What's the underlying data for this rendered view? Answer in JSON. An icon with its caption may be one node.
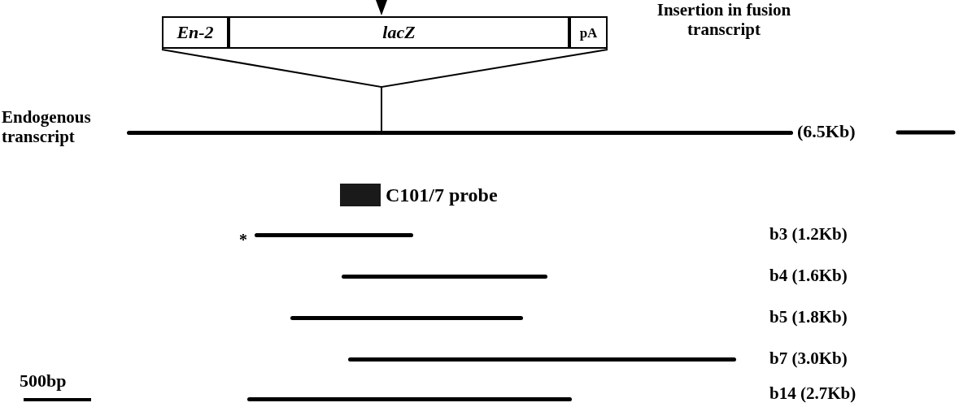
{
  "diagram": {
    "nodes": [
      {
        "text": [
          "En-2"
        ]
      },
      {
        "text": [
          "lacZ"
        ]
      },
      {
        "text": [
          "pA"
        ]
      },
      {
        "text": [],
        "shape": "bar"
      },
      {
        "text": [],
        "shape": "bar"
      },
      {
        "text": [],
        "shape": "bar"
      },
      {
        "text": [],
        "shape": "bar"
      },
      {
        "text": [],
        "shape": "bar"
      },
      {
        "text": [],
        "shape": "bar",
        "beside": [
          "(6.5Kb)"
        ]
      }
    ],
    "edges": [
      {
        "from": 0,
        "to": 8,
        "arrow": "none"
      },
      {
        "from": 2,
        "to": 8,
        "arrow": "none"
      }
    ],
    "labels": [
      "Insertion in fusion transcript",
      "Endogenous transcript",
      "*",
      "500bp",
      "b3 (1.2Kb)",
      "b4 (1.6Kb)",
      "b5 (1.8Kb)",
      "b7 (3.0Kb)",
      "b14 (2.7Kb)"
    ],
    "legend": [
      {
        "text": "C101/7 probe",
        "color": "#1a1a1a"
      }
    ]
  }
}
